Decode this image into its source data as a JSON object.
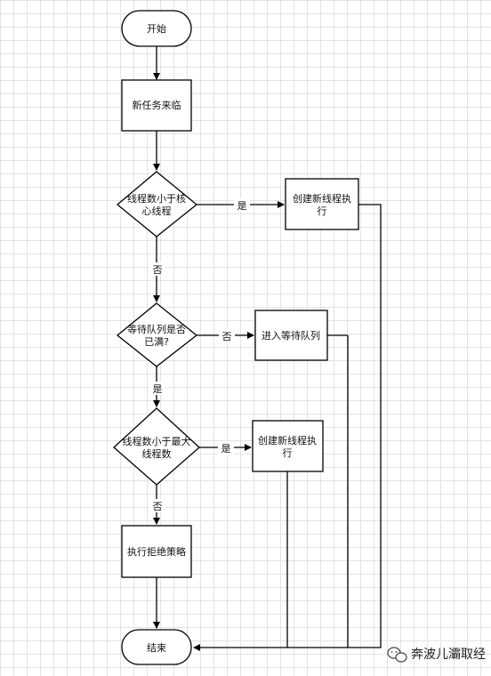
{
  "nodes": {
    "start": "开始",
    "new_task": "新任务来临",
    "check_core_l1": "线程数小于核",
    "check_core_l2": "心线程",
    "create_thread_1_l1": "创建新线程执",
    "create_thread_1_l2": "行",
    "check_queue_l1": "等待队列是否",
    "check_queue_l2": "已满?",
    "enqueue": "进入等待队列",
    "check_max_l1": "线程数小于最大",
    "check_max_l2": "线程数",
    "create_thread_2_l1": "创建新线程执",
    "create_thread_2_l2": "行",
    "reject": "执行拒绝策略",
    "end": "结束"
  },
  "edges": {
    "core_yes": "是",
    "core_no": "否",
    "queue_no": "否",
    "queue_yes": "是",
    "max_yes": "是",
    "max_no": "否"
  },
  "watermark": "奔波儿灞取经"
}
